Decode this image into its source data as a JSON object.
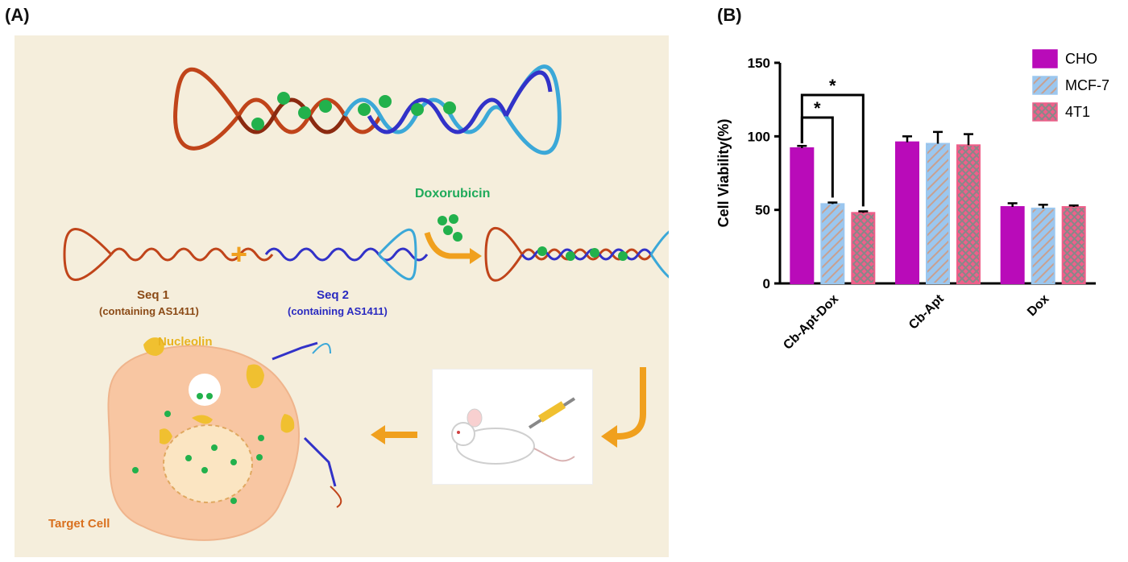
{
  "panels": {
    "a_label": "(A)",
    "b_label": "(B)"
  },
  "scheme": {
    "doxorubicin": "Doxorubicin",
    "seq1_name": "Seq 1",
    "seq1_note": "(containing AS1411)",
    "seq2_name": "Seq 2",
    "seq2_note": "(containing AS1411)",
    "plus": "+",
    "nucleolin": "Nucleolin",
    "target_cell": "Target Cell",
    "colors": {
      "seq1": "#c0441a",
      "seq2": "#3232c8",
      "seq2_light": "#3ba8d8",
      "drug": "#22b14c",
      "arrow": "#f0a01e",
      "cell": "#f8c6a2",
      "nucleolin": "#f0c030"
    }
  },
  "chart_data": {
    "type": "bar",
    "categories": [
      "Cb-Apt-Dox",
      "Cb-Apt",
      "Dox"
    ],
    "series": [
      {
        "name": "CHO",
        "values": [
          92,
          96,
          52
        ],
        "errors": [
          1.5,
          4,
          2.5
        ],
        "color": "#b90bb9",
        "pattern": "solid"
      },
      {
        "name": "MCF-7",
        "values": [
          54,
          95,
          51
        ],
        "errors": [
          1,
          8,
          2.5
        ],
        "color": "#9bc7ef",
        "pattern": "hatch"
      },
      {
        "name": "4T1",
        "values": [
          48,
          94,
          52
        ],
        "errors": [
          1,
          7.5,
          1
        ],
        "color": "#ef5f8a",
        "pattern": "cross"
      }
    ],
    "ylabel": "Cell Viability(%)",
    "ylim": [
      0,
      150
    ],
    "yticks": [
      0,
      50,
      100,
      150
    ],
    "significance": [
      {
        "from": [
          0,
          0
        ],
        "to": [
          0,
          1
        ],
        "label": "*"
      },
      {
        "from": [
          0,
          0
        ],
        "to": [
          0,
          2
        ],
        "label": "*"
      }
    ],
    "legend_position": "top-right",
    "grid": false
  }
}
